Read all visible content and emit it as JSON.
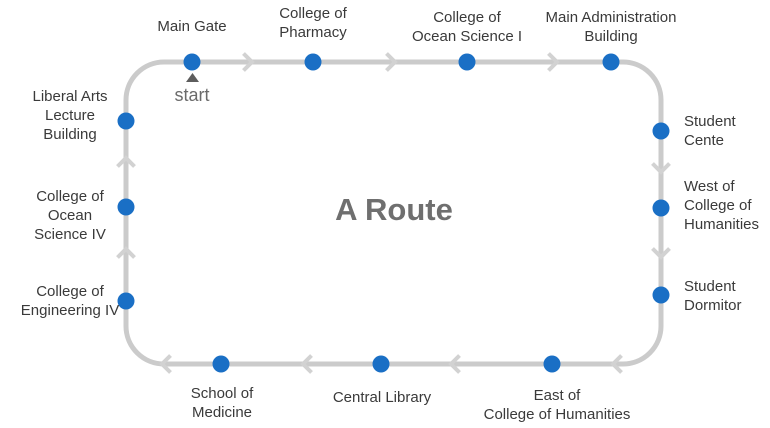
{
  "diagram": {
    "title": "A Route",
    "start_label": "start",
    "direction": "clockwise",
    "colors": {
      "stop_dot": "#1a6fc5",
      "route_line": "#cbcbcb",
      "route_arrow": "#d2d2d2",
      "title_text": "#6f6f6f",
      "label_text": "#3a3a3a",
      "start_text": "#6b6b6b",
      "start_marker": "#5d5d5d"
    },
    "stops": [
      {
        "id": "main-gate",
        "label": "Main Gate"
      },
      {
        "id": "college-of-pharmacy",
        "label": "College of\nPharmacy"
      },
      {
        "id": "college-of-ocean-science-1",
        "label": "College of\nOcean Science I"
      },
      {
        "id": "main-administration-building",
        "label": "Main Administration\nBuilding"
      },
      {
        "id": "student-center",
        "label": "Student\nCente"
      },
      {
        "id": "west-of-college-of-humanities",
        "label": "West of\nCollege of\nHumanities"
      },
      {
        "id": "student-dormitory",
        "label": "Student\nDormitor"
      },
      {
        "id": "east-of-college-of-humanities",
        "label": "East of\nCollege of Humanities"
      },
      {
        "id": "central-library",
        "label": "Central Library"
      },
      {
        "id": "school-of-medicine",
        "label": "School of\nMedicine"
      },
      {
        "id": "college-of-engineering-4",
        "label": "College of\nEngineering IV"
      },
      {
        "id": "college-of-ocean-science-4",
        "label": "College of\nOcean\nScience IV"
      },
      {
        "id": "liberal-arts-lecture-building",
        "label": "Liberal Arts\nLecture\nBuilding"
      }
    ]
  }
}
